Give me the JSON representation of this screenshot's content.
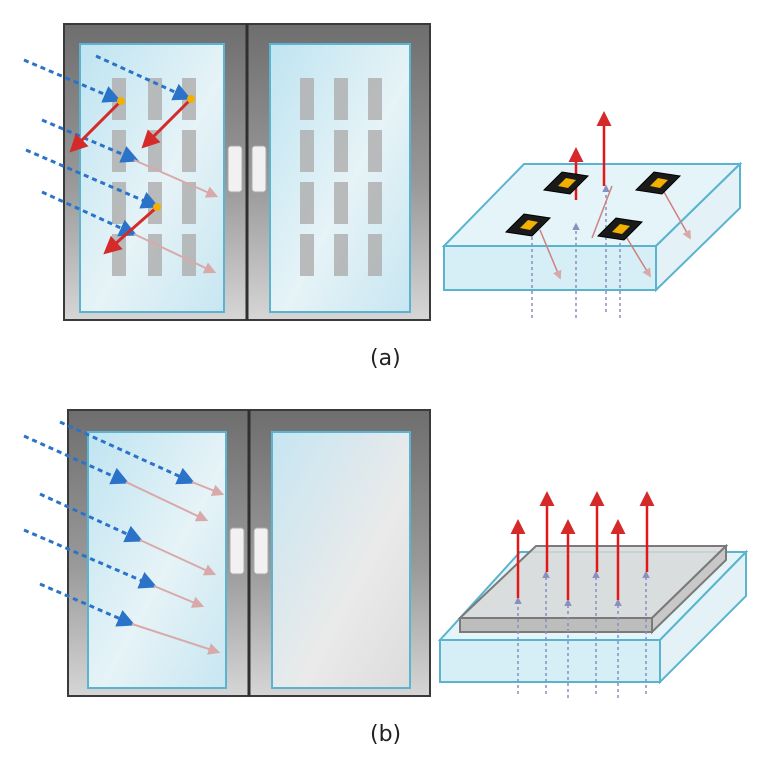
{
  "panels": [
    {
      "label": "(a)"
    },
    {
      "label": "(b)"
    }
  ],
  "colors": {
    "frame": "#5a5a5a",
    "glass": "#cfe9f2",
    "glass_edge": "#5ab3cf",
    "incoming_ray": "#2a73c9",
    "reflected_ray": "#d42a2a",
    "transmitted_ray": "#d9a9a9",
    "emitted_ray": "#e01818",
    "cell": "#f2b000",
    "cell_body": "#1a1a1a"
  },
  "icons": {
    "incoming": "dashed-blue-arrow",
    "reflected": "red-arrow",
    "transmitted": "pale-red-arrow",
    "emitted": "vertical-red-arrow"
  }
}
